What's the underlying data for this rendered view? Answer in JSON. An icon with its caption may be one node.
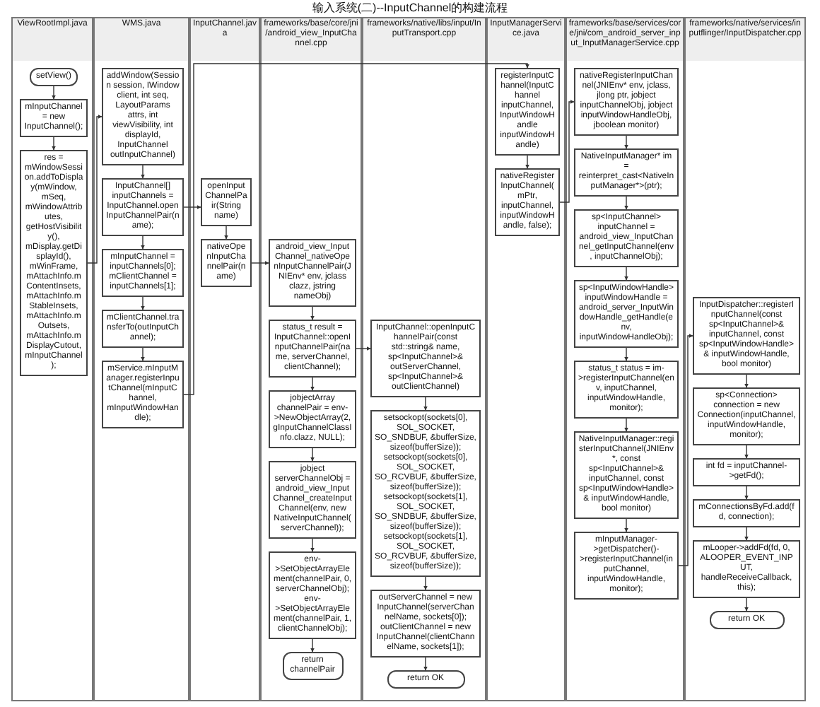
{
  "diagram": {
    "title": "输入系统(二)--InputChannel的构建流程",
    "nodes": [
      {
        "text": [
          "ViewRootImpl.java"
        ]
      },
      {
        "text": [
          "WMS.java"
        ]
      },
      {
        "text": [
          "InputChannel.java"
        ]
      },
      {
        "text": [
          "frameworks/base/core/jni/android_view_InputChannel.cpp"
        ]
      },
      {
        "text": [
          "frameworks/native/libs/input/InputTransport.cpp"
        ]
      },
      {
        "text": [
          "InputManagerService.java"
        ]
      },
      {
        "text": [
          "frameworks/base/services/core/jni/com_android_server_input_InputManagerService.cpp"
        ]
      },
      {
        "text": [
          "frameworks/native/services/inputflinger/InputDispatcher.cpp"
        ]
      },
      {
        "text": [
          "setView()"
        ],
        "in": 0
      },
      {
        "text": [
          "mInputChannel = new InputChannel();"
        ],
        "in": 0
      },
      {
        "text": [
          "res = mWindowSession.addToDisplay(mWindow, mSeq, mWindowAttributes, getHostVisibility(), mDisplay.getDisplayId(), mWinFrame, mAttachInfo.mContentInsets, mAttachInfo.mStableInsets, mAttachInfo.mOutsets, mAttachInfo.mDisplayCutout, mInputChannel);"
        ],
        "in": 0
      },
      {
        "text": [
          "addWindow(Session session, IWindow client, int seq, LayoutParams attrs, int viewVisibility, int displayId, InputChannel outInputChannel)"
        ],
        "in": 1
      },
      {
        "text": [
          "InputChannel[] inputChannels = InputChannel.openInputChannelPair(name);"
        ],
        "in": 1
      },
      {
        "text": [
          "mInputChannel = inputChannels[0]; mClientChannel = inputChannels[1];"
        ],
        "in": 1
      },
      {
        "text": [
          "mClientChannel.transferTo(outInputChannel);"
        ],
        "in": 1
      },
      {
        "text": [
          "mService.mInputManager.registerInputChannel(mInputChannel, mInputWindowHandle);"
        ],
        "in": 1
      },
      {
        "text": [
          "openInputChannelPair(String name)"
        ],
        "in": 2
      },
      {
        "text": [
          "nativeOpenInputChannelPair(name)"
        ],
        "in": 2
      },
      {
        "text": [
          "android_view_InputChannel_nativeOpenInputChannelPair(JNIEnv* env, jclass clazz, jstring nameObj)"
        ],
        "in": 3
      },
      {
        "text": [
          "status_t result = InputChannel::openInputChannelPair(name, serverChannel, clientChannel);"
        ],
        "in": 3
      },
      {
        "text": [
          "jobjectArray channelPair = env->NewObjectArray(2, gInputChannelClassInfo.clazz, NULL);"
        ],
        "in": 3
      },
      {
        "text": [
          "jobject serverChannelObj = android_view_InputChannel_createInputChannel(env, new NativeInputChannel(serverChannel));"
        ],
        "in": 3
      },
      {
        "text": [
          "env->SetObjectArrayElement(channelPair, 0, serverChannelObj); env->SetObjectArrayElement(channelPair, 1, clientChannelObj);"
        ],
        "in": 3
      },
      {
        "text": [
          "return channelPair"
        ],
        "in": 3
      },
      {
        "text": [
          "InputChannel::openInputChannelPair(const std::string& name, sp<InputChannel>& outServerChannel, sp<InputChannel>& outClientChannel)"
        ],
        "in": 4
      },
      {
        "text": [
          "setsockopt(sockets[0], SOL_SOCKET, SO_SNDBUF, &bufferSize, sizeof(bufferSize)); setsockopt(sockets[0], SOL_SOCKET, SO_RCVBUF, &bufferSize, sizeof(bufferSize)); setsockopt(sockets[1], SOL_SOCKET, SO_SNDBUF, &bufferSize, sizeof(bufferSize)); setsockopt(sockets[1], SOL_SOCKET, SO_RCVBUF, &bufferSize, sizeof(bufferSize));"
        ],
        "in": 4
      },
      {
        "text": [
          "outServerChannel = new InputChannel(serverChannelName, sockets[0]); outClientChannel = new InputChannel(clientChannelName, sockets[1]);"
        ],
        "in": 4
      },
      {
        "text": [
          "return OK"
        ],
        "in": 4
      },
      {
        "text": [
          "registerInputChannel(InputChannel inputChannel, InputWindowHandle inputWindowHandle)"
        ],
        "in": 5
      },
      {
        "text": [
          "nativeRegisterInputChannel(mPtr, inputChannel, inputWindowHandle, false);"
        ],
        "in": 5
      },
      {
        "text": [
          "nativeRegisterInputChannel(JNIEnv* env, jclass, jlong ptr, jobject inputChannelObj, jobject inputWindowHandleObj, jboolean monitor)"
        ],
        "in": 6
      },
      {
        "text": [
          "NativeInputManager* im = reinterpret_cast<NativeInputManager*>(ptr);"
        ],
        "in": 6
      },
      {
        "text": [
          "sp<InputChannel> inputChannel = android_view_InputChannel_getInputChannel(env, inputChannelObj);"
        ],
        "in": 6
      },
      {
        "text": [
          "sp<InputWindowHandle> inputWindowHandle = android_server_InputWindowHandle_getHandle(env, inputWindowHandleObj);"
        ],
        "in": 6
      },
      {
        "text": [
          "status_t status = im->registerInputChannel(env, inputChannel, inputWindowHandle, monitor);"
        ],
        "in": 6
      },
      {
        "text": [
          "NativeInputManager::registerInputChannel(JNIEnv*, const sp<InputChannel>& inputChannel, const sp<InputWindowHandle>& inputWindowHandle, bool monitor)"
        ],
        "in": 6
      },
      {
        "text": [
          "mInputManager->getDispatcher()->registerInputChannel(inputChannel, inputWindowHandle, monitor);"
        ],
        "in": 6
      },
      {
        "text": [
          "InputDispatcher::registerInputChannel(const sp<InputChannel>& inputChannel, const sp<InputWindowHandle>& inputWindowHandle, bool monitor)"
        ],
        "in": 7
      },
      {
        "text": [
          "sp<Connection> connection = new Connection(inputChannel, inputWindowHandle, monitor);"
        ],
        "in": 7
      },
      {
        "text": [
          "int fd = inputChannel->getFd();"
        ],
        "in": 7
      },
      {
        "text": [
          "mConnectionsByFd.add(fd, connection);"
        ],
        "in": 7
      },
      {
        "text": [
          "mLooper->addFd(fd, 0, ALOOPER_EVENT_INPUT, handleReceiveCallback, this);"
        ],
        "in": 7
      },
      {
        "text": [
          "return OK"
        ],
        "in": 7
      }
    ],
    "edges": [
      {
        "from": 8,
        "to": 9,
        "arrow": "to"
      },
      {
        "from": 9,
        "to": 10,
        "arrow": "to"
      },
      {
        "from": 10,
        "to": 11,
        "arrow": "to"
      },
      {
        "from": 11,
        "to": 12,
        "arrow": "to"
      },
      {
        "from": 12,
        "to": 16,
        "arrow": "to"
      },
      {
        "from": 16,
        "to": 17,
        "arrow": "to"
      },
      {
        "from": 17,
        "to": 18,
        "arrow": "to"
      },
      {
        "from": 18,
        "to": 19,
        "arrow": "to"
      },
      {
        "from": 19,
        "to": 24,
        "arrow": "to"
      },
      {
        "from": 24,
        "to": 25,
        "arrow": "to"
      },
      {
        "from": 25,
        "to": 26,
        "arrow": "to"
      },
      {
        "from": 26,
        "to": 27,
        "arrow": "to"
      },
      {
        "from": 19,
        "to": 20,
        "arrow": "to"
      },
      {
        "from": 20,
        "to": 21,
        "arrow": "to"
      },
      {
        "from": 21,
        "to": 22,
        "arrow": "to"
      },
      {
        "from": 22,
        "to": 23,
        "arrow": "to"
      },
      {
        "from": 12,
        "to": 13,
        "arrow": "to"
      },
      {
        "from": 13,
        "to": 14,
        "arrow": "to"
      },
      {
        "from": 14,
        "to": 15,
        "arrow": "to"
      },
      {
        "from": 15,
        "to": 28,
        "arrow": "to"
      },
      {
        "from": 28,
        "to": 29,
        "arrow": "to"
      },
      {
        "from": 29,
        "to": 30,
        "arrow": "to"
      },
      {
        "from": 30,
        "to": 31,
        "arrow": "to"
      },
      {
        "from": 31,
        "to": 32,
        "arrow": "to"
      },
      {
        "from": 32,
        "to": 33,
        "arrow": "to"
      },
      {
        "from": 33,
        "to": 34,
        "arrow": "to"
      },
      {
        "from": 34,
        "to": 35,
        "arrow": "to"
      },
      {
        "from": 35,
        "to": 36,
        "arrow": "to"
      },
      {
        "from": 36,
        "to": 37,
        "arrow": "to"
      },
      {
        "from": 37,
        "to": 38,
        "arrow": "to"
      },
      {
        "from": 38,
        "to": 39,
        "arrow": "to"
      },
      {
        "from": 39,
        "to": 40,
        "arrow": "to"
      },
      {
        "from": 40,
        "to": 41,
        "arrow": "to"
      },
      {
        "from": 41,
        "to": 42,
        "arrow": "to"
      }
    ]
  }
}
